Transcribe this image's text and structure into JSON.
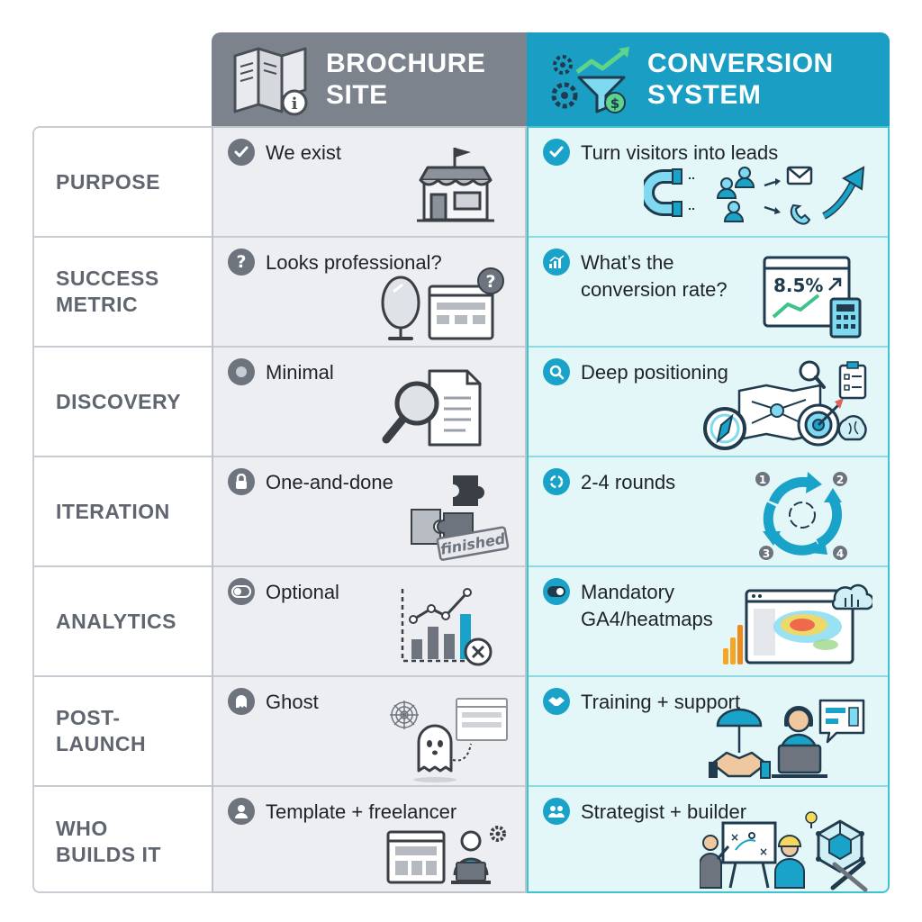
{
  "header": {
    "brochure_title": "BROCHURE\nSITE",
    "conversion_title": "CONVERSION\nSYSTEM"
  },
  "colors": {
    "brochure_header": "#7d838c",
    "conversion_header": "#1a9ec4",
    "brochure_bg": "#eceef2",
    "conversion_bg": "#e3f6f8",
    "conversion_border": "#3ec3d0",
    "label_text": "#5f6670"
  },
  "rows": [
    {
      "label": "PURPOSE",
      "brochure": "We exist",
      "conversion": "Turn visitors into leads",
      "brochure_icon": "check-circle-icon",
      "conversion_icon": "check-circle-icon"
    },
    {
      "label": "SUCCESS\nMETRIC",
      "brochure": "Looks professional?",
      "conversion": "What’s the\nconversion rate?",
      "brochure_icon": "question-circle-icon",
      "conversion_icon": "chart-icon"
    },
    {
      "label": "DISCOVERY",
      "brochure": "Minimal",
      "conversion": "Deep positioning",
      "brochure_icon": "dot-circle-icon",
      "conversion_icon": "magnifier-icon"
    },
    {
      "label": "ITERATION",
      "brochure": "One-and-done",
      "conversion": "2-4 rounds",
      "brochure_icon": "lock-icon",
      "conversion_icon": "cycle-icon"
    },
    {
      "label": "ANALYTICS",
      "brochure": "Optional",
      "conversion": "Mandatory\nGA4/heatmaps",
      "brochure_icon": "toggle-off-icon",
      "conversion_icon": "toggle-on-icon"
    },
    {
      "label": "POST-\nLAUNCH",
      "brochure": "Ghost",
      "conversion": "Training + support",
      "brochure_icon": "ghost-icon",
      "conversion_icon": "handshake-icon"
    },
    {
      "label": "WHO\nBUILDS IT",
      "brochure": "Template + freelancer",
      "conversion": "Strategist + builder",
      "brochure_icon": "person-icon",
      "conversion_icon": "team-icon"
    }
  ],
  "illustration_text": {
    "conversion_rate": "8.5%",
    "finished_stamp": "finished",
    "cycle_steps": [
      "1",
      "2",
      "3",
      "4"
    ]
  }
}
